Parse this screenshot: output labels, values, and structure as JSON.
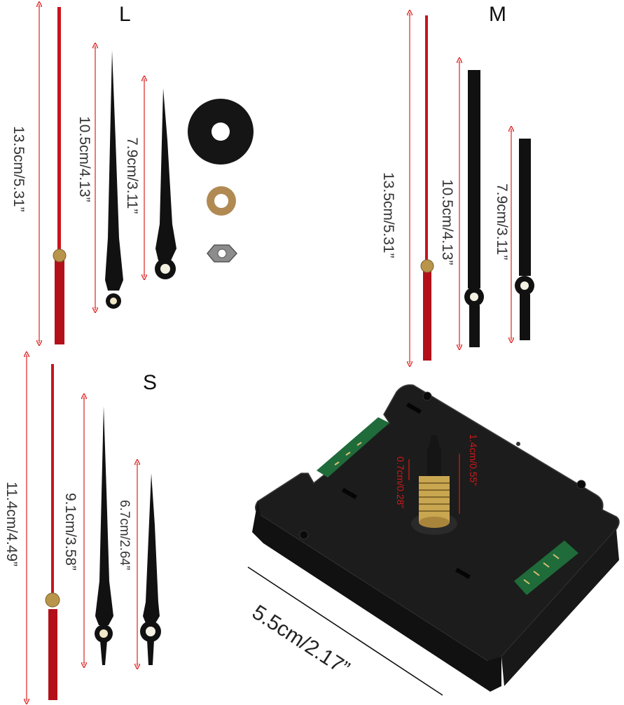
{
  "sets": {
    "large": {
      "label": "L",
      "second_hand": "13.5cm/5.31”",
      "minute_hand": "10.5cm/4.13”",
      "hour_hand": "7.9cm/3.11”"
    },
    "medium": {
      "label": "M",
      "second_hand": "13.5cm/5.31”",
      "minute_hand": "10.5cm/4.13”",
      "hour_hand": "7.9cm/3.11”"
    },
    "small": {
      "label": "S",
      "second_hand": "11.4cm/4.49”",
      "minute_hand": "9.1cm/3.58”",
      "hour_hand": "6.7cm/2.64”"
    }
  },
  "movement": {
    "width": "5.5cm/2.17”",
    "shaft_length": "1.4cm/0.55”",
    "thread_length": "0.7cm/0.28”"
  },
  "colors": {
    "red": "#c8141e",
    "black": "#111111",
    "body": "#1c1c1c",
    "pcb": "#1f6b3a",
    "brass": "#b8954a"
  }
}
